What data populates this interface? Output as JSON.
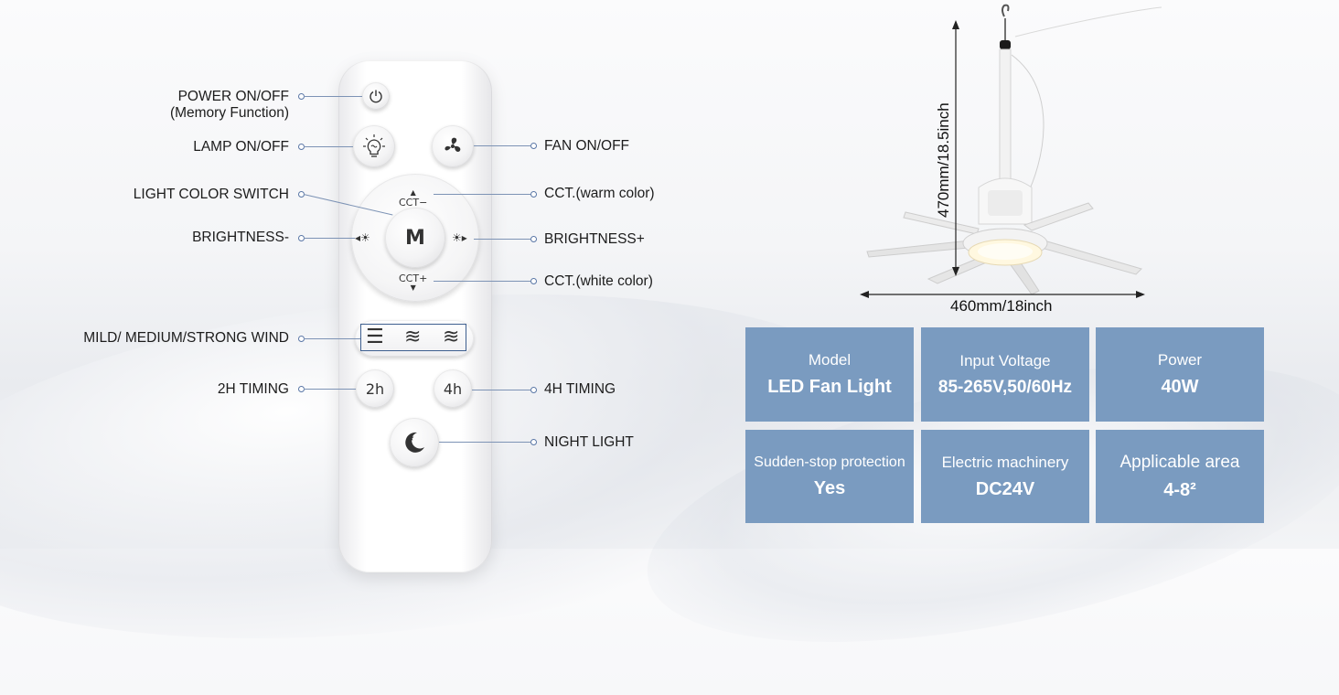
{
  "remote": {
    "buttons": {
      "two_hour": "2h",
      "four_hour": "4h",
      "mode": "M",
      "cct_minus": "CCT−",
      "cct_plus": "CCT+"
    },
    "labels": {
      "power": "POWER ON/OFF",
      "power_sub": "(Memory Function)",
      "lamp": "LAMP ON/OFF",
      "fan": "FAN ON/OFF",
      "light_color": "LIGHT COLOR SWITCH",
      "cct_warm": "CCT.(warm color)",
      "brightness_minus": "BRIGHTNESS-",
      "brightness_plus": "BRIGHTNESS+",
      "cct_white": "CCT.(white color)",
      "wind": "MILD/ MEDIUM/STRONG WIND",
      "timing_2h": "2H TIMING",
      "timing_4h": "4H TIMING",
      "night_light": "NIGHT LIGHT"
    },
    "icons": [
      "power-icon",
      "bulb-icon",
      "fan-icon",
      "sun-left-icon",
      "sun-right-icon",
      "wind-mild-icon",
      "wind-medium-icon",
      "wind-strong-icon",
      "moon-icon"
    ]
  },
  "dimensions": {
    "height": "470mm/18.5inch",
    "width": "460mm/18inch"
  },
  "specs": [
    {
      "key": "Model",
      "value": "LED Fan Light"
    },
    {
      "key": "Input Voltage",
      "value": "85-265V,50/60Hz"
    },
    {
      "key": "Power",
      "value": "40W"
    },
    {
      "key": "Sudden-stop protection",
      "value": "Yes"
    },
    {
      "key": "Electric machinery",
      "value": "DC24V"
    },
    {
      "key": "Applicable area",
      "value": "4-8²"
    }
  ],
  "colors": {
    "spec_cell": "#7a9bc0",
    "leader_line": "#7d93b5",
    "wind_box": "#3e5f8f"
  }
}
